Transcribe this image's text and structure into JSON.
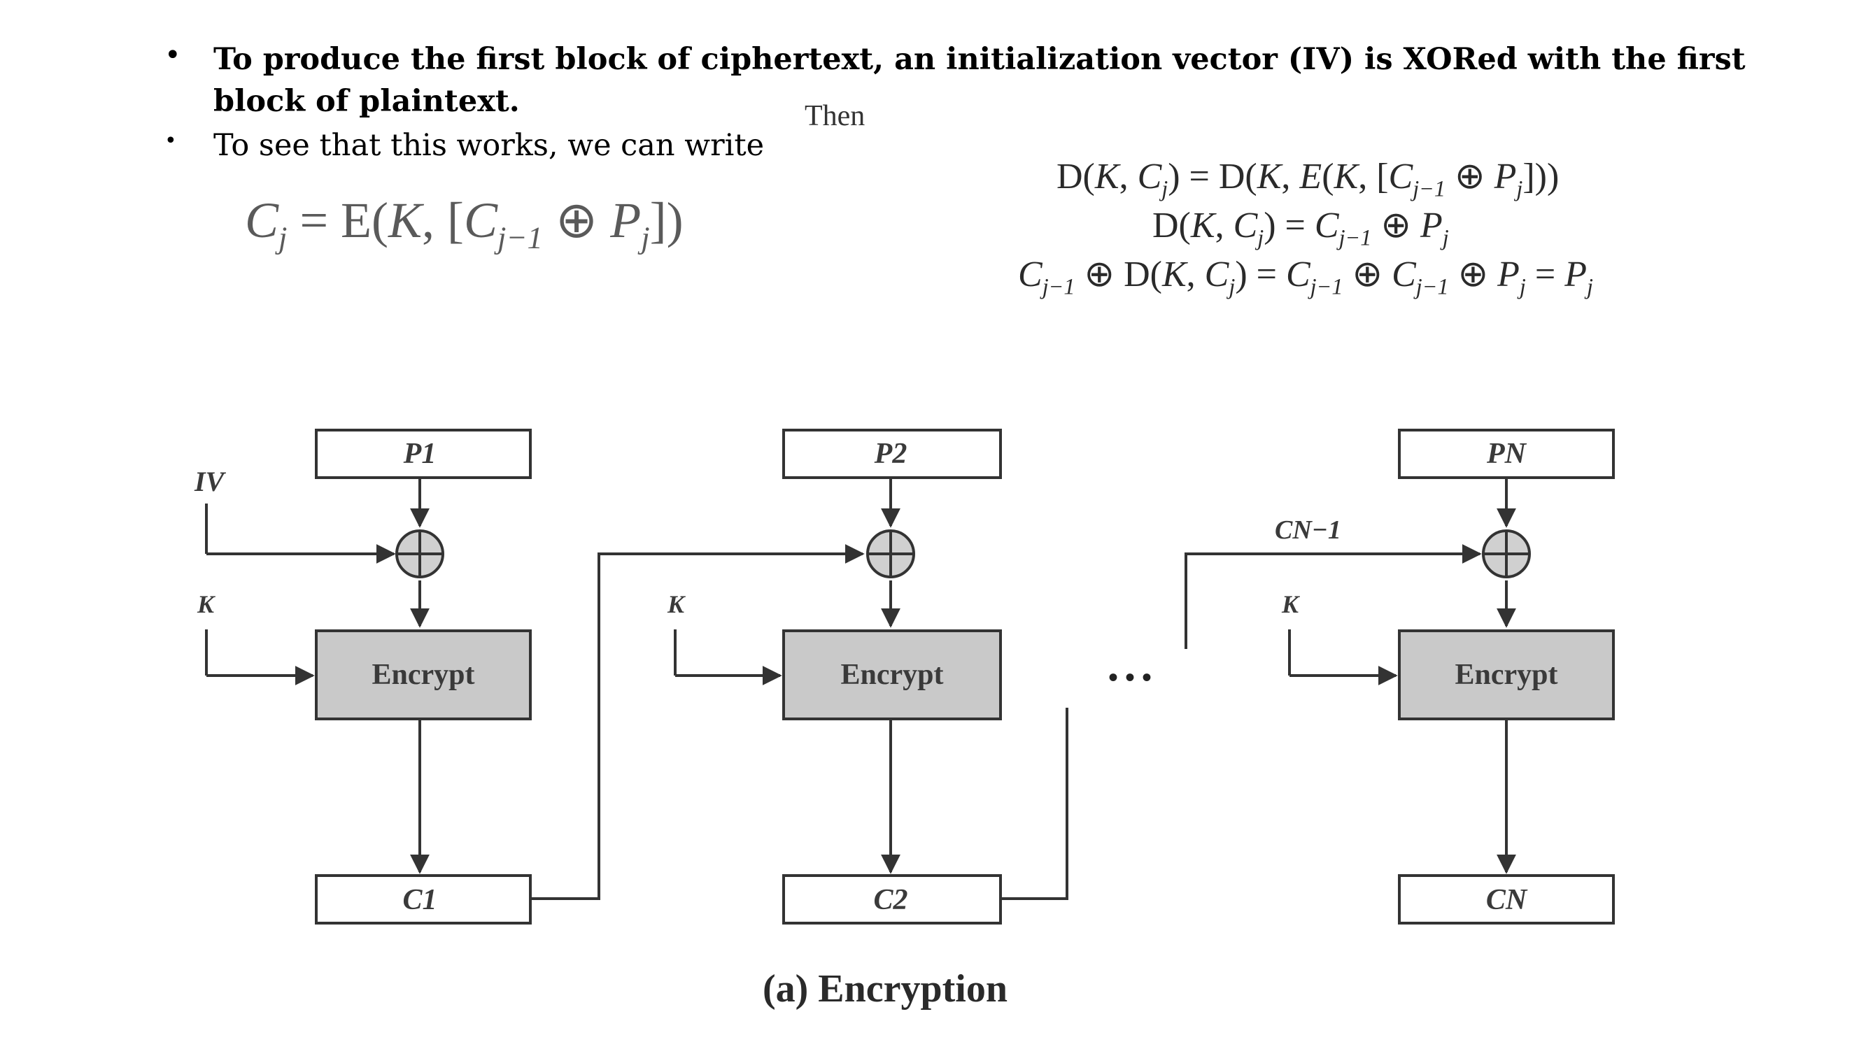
{
  "bullets": [
    {
      "text": "To produce the first block of ciphertext, an initialization vector (IV) is XORed with the first block of plaintext.",
      "line1": "To produce the first block of ciphertext, an initialization vector (IV) is XORed with the first",
      "line2": "block of plaintext.",
      "bold": true
    },
    {
      "text": "To see that this works, we can write",
      "bold": false
    }
  ],
  "then_label": "Then",
  "formulas": {
    "main": "Cj = E(K, [Cj-1 ⊕ Pj])",
    "lines": [
      "D(K, Cj) = D(K, E(K, [Cj-1 ⊕ Pj]))",
      "D(K, Cj) = Cj-1 ⊕ Pj",
      "Cj-1 ⊕ D(K, Cj) = Cj-1 ⊕ Cj-1 ⊕ Pj = Pj"
    ]
  },
  "diagram": {
    "caption": "(a) Encryption",
    "iv_label": "IV",
    "key_label": "K",
    "encrypt_label": "Encrypt",
    "ellipsis": "• • •",
    "cn1_label": "CN−1",
    "stages": [
      {
        "plaintext": "P1",
        "ciphertext": "C1"
      },
      {
        "plaintext": "P2",
        "ciphertext": "C2"
      },
      {
        "plaintext": "PN",
        "ciphertext": "CN"
      }
    ]
  }
}
